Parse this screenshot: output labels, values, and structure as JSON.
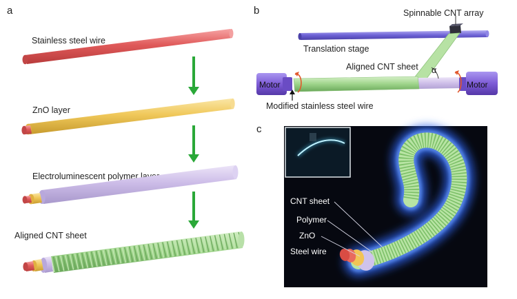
{
  "panel_a": {
    "letter": "a",
    "labels": {
      "steel": "Stainless steel wire",
      "zno": "ZnO layer",
      "polymer": "Electroluminescent polymer layer",
      "cnt": "Aligned CNT sheet"
    }
  },
  "panel_b": {
    "letter": "b",
    "labels": {
      "array": "Spinnable CNT array",
      "stage": "Translation stage",
      "sheet": "Aligned CNT sheet",
      "motor_left": "Motor",
      "motor_right": "Motor",
      "alpha": "α",
      "wire": "Modified stainless steel wire"
    }
  },
  "panel_c": {
    "letter": "c",
    "labels": {
      "cnt": "CNT sheet",
      "polymer": "Polymer",
      "zno": "ZnO",
      "steel": "Steel  wire"
    }
  },
  "colors": {
    "steel": "#e05a5a",
    "zno": "#f0c85a",
    "polymer": "#cdbde8",
    "cnt": "#9ed48a",
    "arrow": "#2aa838",
    "stage": "#6e63d6",
    "motor": "#7d5bd6",
    "glow": "#3a7bff",
    "dark_bg": "#060810"
  }
}
